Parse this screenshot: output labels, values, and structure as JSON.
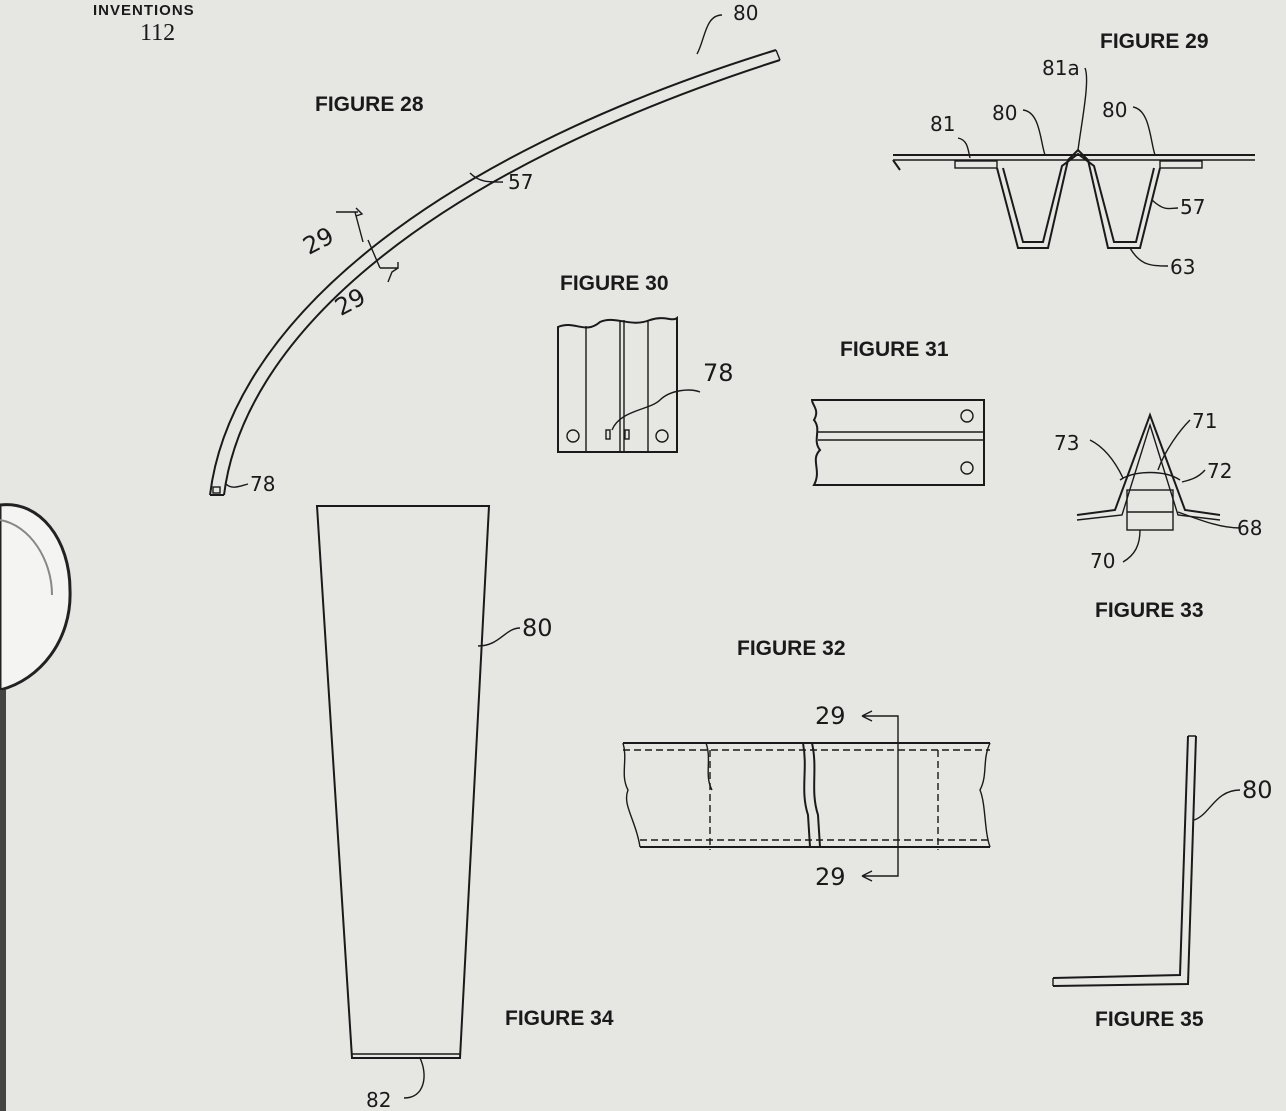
{
  "header": {
    "section": "INVENTIONS",
    "page_number": "112"
  },
  "figures": {
    "fig28": {
      "title": "FIGURE 28",
      "labels": [
        "80",
        "57",
        "29",
        "29",
        "78"
      ]
    },
    "fig29": {
      "title": "FIGURE 29",
      "labels": [
        "81a",
        "81",
        "80",
        "80",
        "57",
        "63"
      ]
    },
    "fig30": {
      "title": "FIGURE 30",
      "labels": [
        "78"
      ]
    },
    "fig31": {
      "title": "FIGURE 31"
    },
    "fig32": {
      "title": "FIGURE 32",
      "labels": [
        "29",
        "29"
      ]
    },
    "fig33": {
      "title": "FIGURE 33",
      "labels": [
        "71",
        "73",
        "72",
        "68",
        "70"
      ]
    },
    "fig34": {
      "title": "FIGURE 34",
      "labels": [
        "80",
        "82"
      ]
    },
    "fig35": {
      "title": "FIGURE 35",
      "labels": [
        "80"
      ]
    }
  }
}
